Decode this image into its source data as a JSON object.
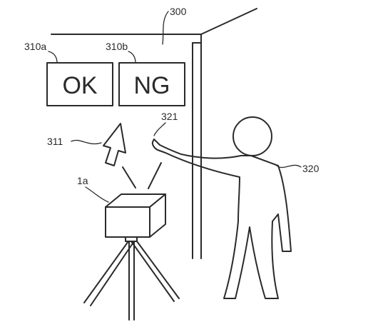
{
  "labels": {
    "wall": "300",
    "screen_ok": "310a",
    "screen_ng": "310b",
    "arrow": "311",
    "fingertip": "321",
    "person": "320",
    "projector": "1a"
  },
  "buttons": {
    "ok": "OK",
    "ng": "NG"
  }
}
